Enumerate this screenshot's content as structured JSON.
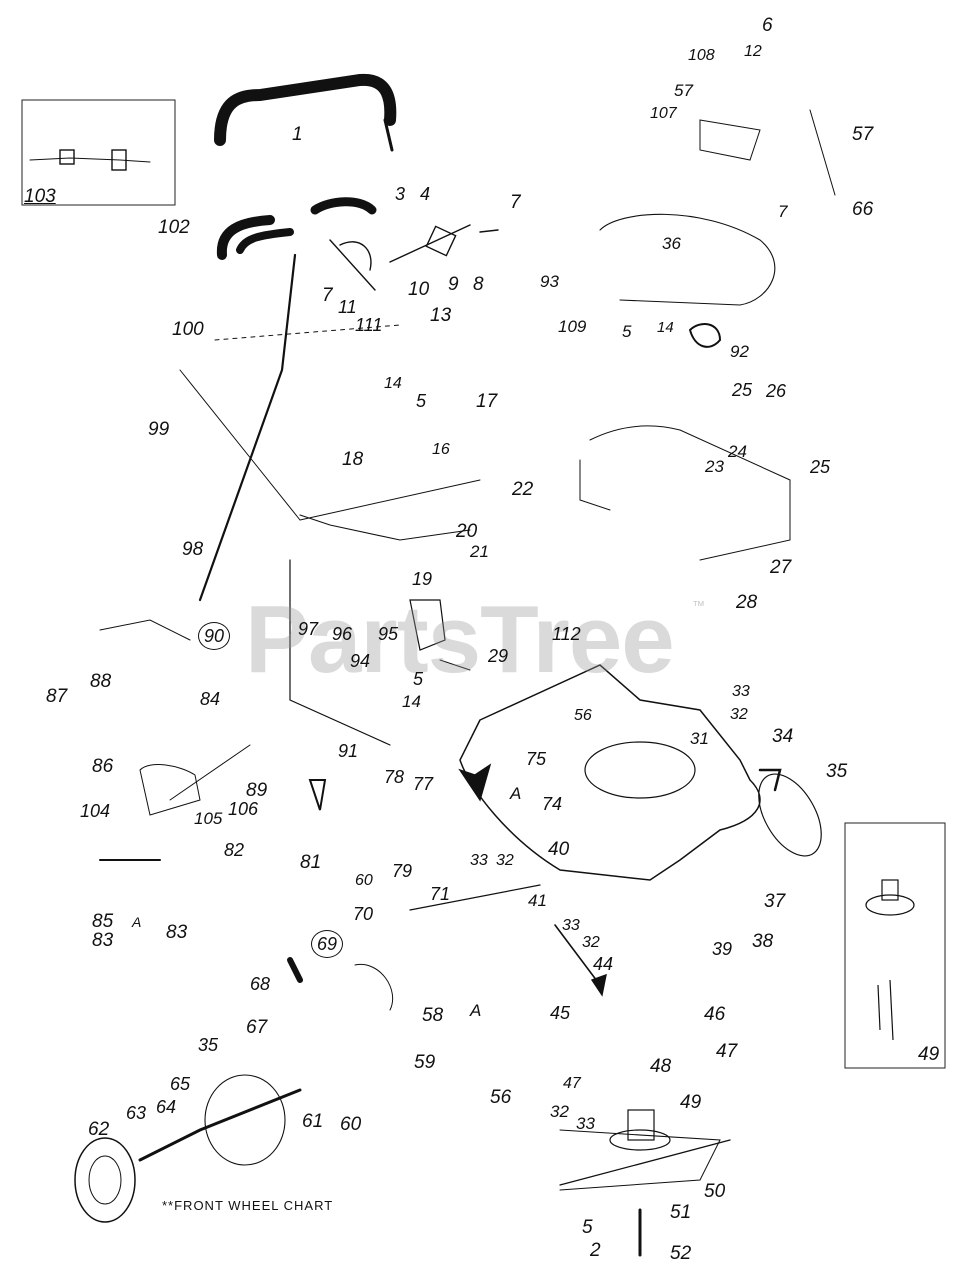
{
  "watermark": "PartsTree",
  "trademark": "™",
  "note": "**FRONT WHEEL CHART",
  "labels": {
    "l1": "1",
    "l102": "102",
    "l103": "103",
    "l6": "6",
    "l12": "12",
    "l108": "108",
    "l57a": "57",
    "l107": "107",
    "l57b": "57",
    "l66": "66",
    "l3": "3",
    "l4": "4",
    "l7a": "7",
    "l7b": "7",
    "l7c": "7",
    "l36": "36",
    "l9": "9",
    "l8": "8",
    "l10": "10",
    "l11": "11",
    "l111": "111",
    "l93": "93",
    "l109": "109",
    "l5a": "5",
    "l14a": "14",
    "l92": "92",
    "l100": "100",
    "l13": "13",
    "l14b": "14",
    "l5b": "5",
    "l17": "17",
    "l25a": "25",
    "l26": "26",
    "l24": "24",
    "l23": "23",
    "l25b": "25",
    "l99": "99",
    "l18": "18",
    "l16": "16",
    "l22": "22",
    "l20": "20",
    "l21": "21",
    "l27": "27",
    "l28": "28",
    "l98": "98",
    "l19": "19",
    "l90": "90",
    "l97": "97",
    "l96": "96",
    "l95": "95",
    "l112": "112",
    "l88": "88",
    "l87": "87",
    "l94": "94",
    "l29": "29",
    "l5c": "5",
    "l14c": "14",
    "l84": "84",
    "l33a": "33",
    "l32a": "32",
    "l56a": "56",
    "l31": "31",
    "l34": "34",
    "l86": "86",
    "l91": "91",
    "l75": "75",
    "l35a": "35",
    "l104": "104",
    "l89": "89",
    "l105": "105",
    "l106": "106",
    "l78": "78",
    "l77": "77",
    "lAa": "A",
    "l74": "74",
    "l82": "82",
    "l40": "40",
    "l81": "81",
    "l33b": "33",
    "l32b": "32",
    "l79": "79",
    "l60a": "60",
    "l85": "85",
    "l83a": "83",
    "l83b": "83",
    "lAb": "A",
    "l71": "71",
    "l70": "70",
    "l41": "41",
    "l37": "37",
    "l33c": "33",
    "l32c": "32",
    "l39": "39",
    "l38": "38",
    "l69": "69",
    "l44": "44",
    "l68": "68",
    "l58": "58",
    "lAc": "A",
    "l45": "45",
    "l46": "46",
    "l67": "67",
    "l35b": "35",
    "l47a": "47",
    "l59": "59",
    "l48": "48",
    "l49a": "49",
    "l65": "65",
    "l47b": "47",
    "l56b": "56",
    "l64": "64",
    "l63": "63",
    "l49b": "49",
    "l61": "61",
    "l60b": "60",
    "l32d": "32",
    "l33d": "33",
    "l62": "62",
    "l50": "50",
    "l51": "51",
    "l5d": "5",
    "l2": "2",
    "l52": "52"
  }
}
